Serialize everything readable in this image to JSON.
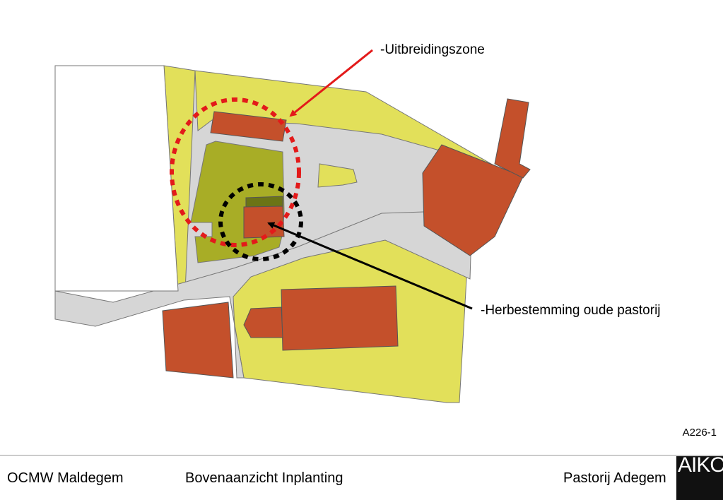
{
  "annotations": {
    "expansion_zone": "-Uitbreidingszone",
    "repurposing": "-Herbestemming oude pastorij"
  },
  "reference_code": "A226-1",
  "footer": {
    "client": "OCMW Maldegem",
    "view_title": "Bovenaanzicht Inplanting",
    "project": "Pastorij Adegem",
    "logo_text": "AIKO"
  },
  "colors": {
    "garden": "#e2e05a",
    "paving": "#d6d6d6",
    "building": "#c4502b",
    "courtyard": "#a8ad26",
    "expansion_ring": "#e31a1a",
    "repurpose_ring": "#000000"
  }
}
